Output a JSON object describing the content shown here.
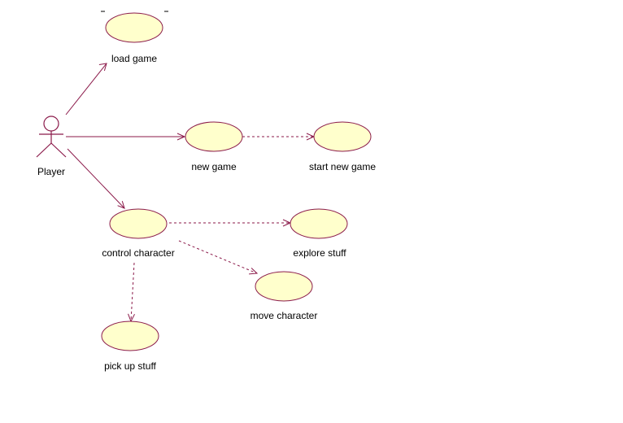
{
  "actor": {
    "label": "Player"
  },
  "use_cases": {
    "load_game": "load game",
    "new_game": "new game",
    "start_new_game": "start new game",
    "control_character": "control character",
    "explore_stuff": "explore stuff",
    "move_character": "move character",
    "pick_up_stuff": "pick up stuff"
  },
  "relationships": [
    {
      "from": "Player",
      "to": "load game",
      "kind": "association"
    },
    {
      "from": "Player",
      "to": "new game",
      "kind": "association"
    },
    {
      "from": "Player",
      "to": "control character",
      "kind": "association"
    },
    {
      "from": "new game",
      "to": "start new game",
      "kind": "dependency"
    },
    {
      "from": "control character",
      "to": "explore stuff",
      "kind": "dependency"
    },
    {
      "from": "control character",
      "to": "move character",
      "kind": "dependency"
    },
    {
      "from": "control character",
      "to": "pick up stuff",
      "kind": "dependency"
    }
  ],
  "colors": {
    "line": "#8b1a4a",
    "use_case_fill": "#ffffcc",
    "background": "#ffffff"
  }
}
